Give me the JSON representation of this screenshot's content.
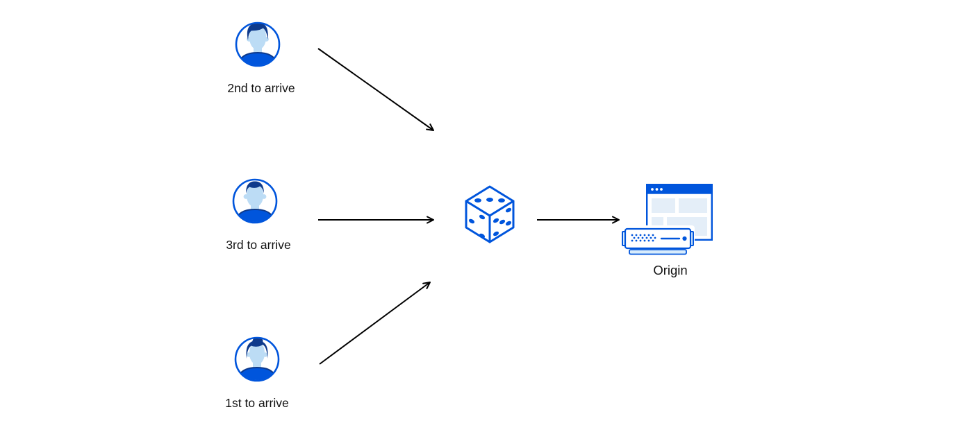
{
  "diagram": {
    "clients": [
      {
        "label": "2nd to arrive",
        "icon": "male-user-avatar-icon"
      },
      {
        "label": "3rd to arrive",
        "icon": "male-user-short-hair-avatar-icon"
      },
      {
        "label": "1st to arrive",
        "icon": "female-user-avatar-icon"
      }
    ],
    "selector": {
      "icon": "dice-icon"
    },
    "origin": {
      "label": "Origin",
      "icon": "origin-server-browser-icon"
    },
    "edges": [
      {
        "from": "2nd to arrive",
        "to": "dice"
      },
      {
        "from": "3rd to arrive",
        "to": "dice"
      },
      {
        "from": "1st to arrive",
        "to": "dice"
      },
      {
        "from": "dice",
        "to": "Origin"
      }
    ],
    "colors": {
      "accent_blue": "#0055dc",
      "dark_navy_blue": "#0e3a8c",
      "skin_light_blue": "#bcdcf5",
      "panel_light_blue": "#e4eef8",
      "bracket_light_blue": "#d8ecfc",
      "arrow_black": "#000000",
      "text": "#111111",
      "background": "#ffffff"
    }
  }
}
